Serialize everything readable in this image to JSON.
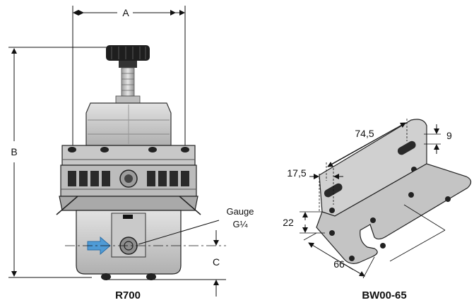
{
  "regulator": {
    "caption": "R700",
    "dim_a": "A",
    "dim_b": "B",
    "dim_c": "C",
    "gauge_line1": "Gauge",
    "gauge_line2": "G¼"
  },
  "bracket": {
    "caption": "BW00-65",
    "dim_745": "74,5",
    "dim_9": "9",
    "dim_175": "17,5",
    "dim_22": "22",
    "dim_66": "66"
  },
  "colors": {
    "body_light": "#d9d9d9",
    "body_mid": "#b5b5b5",
    "body_dark": "#2a2a2a",
    "arrow": "#4f9bd6",
    "bracket_fill": "#cfcfcf"
  }
}
